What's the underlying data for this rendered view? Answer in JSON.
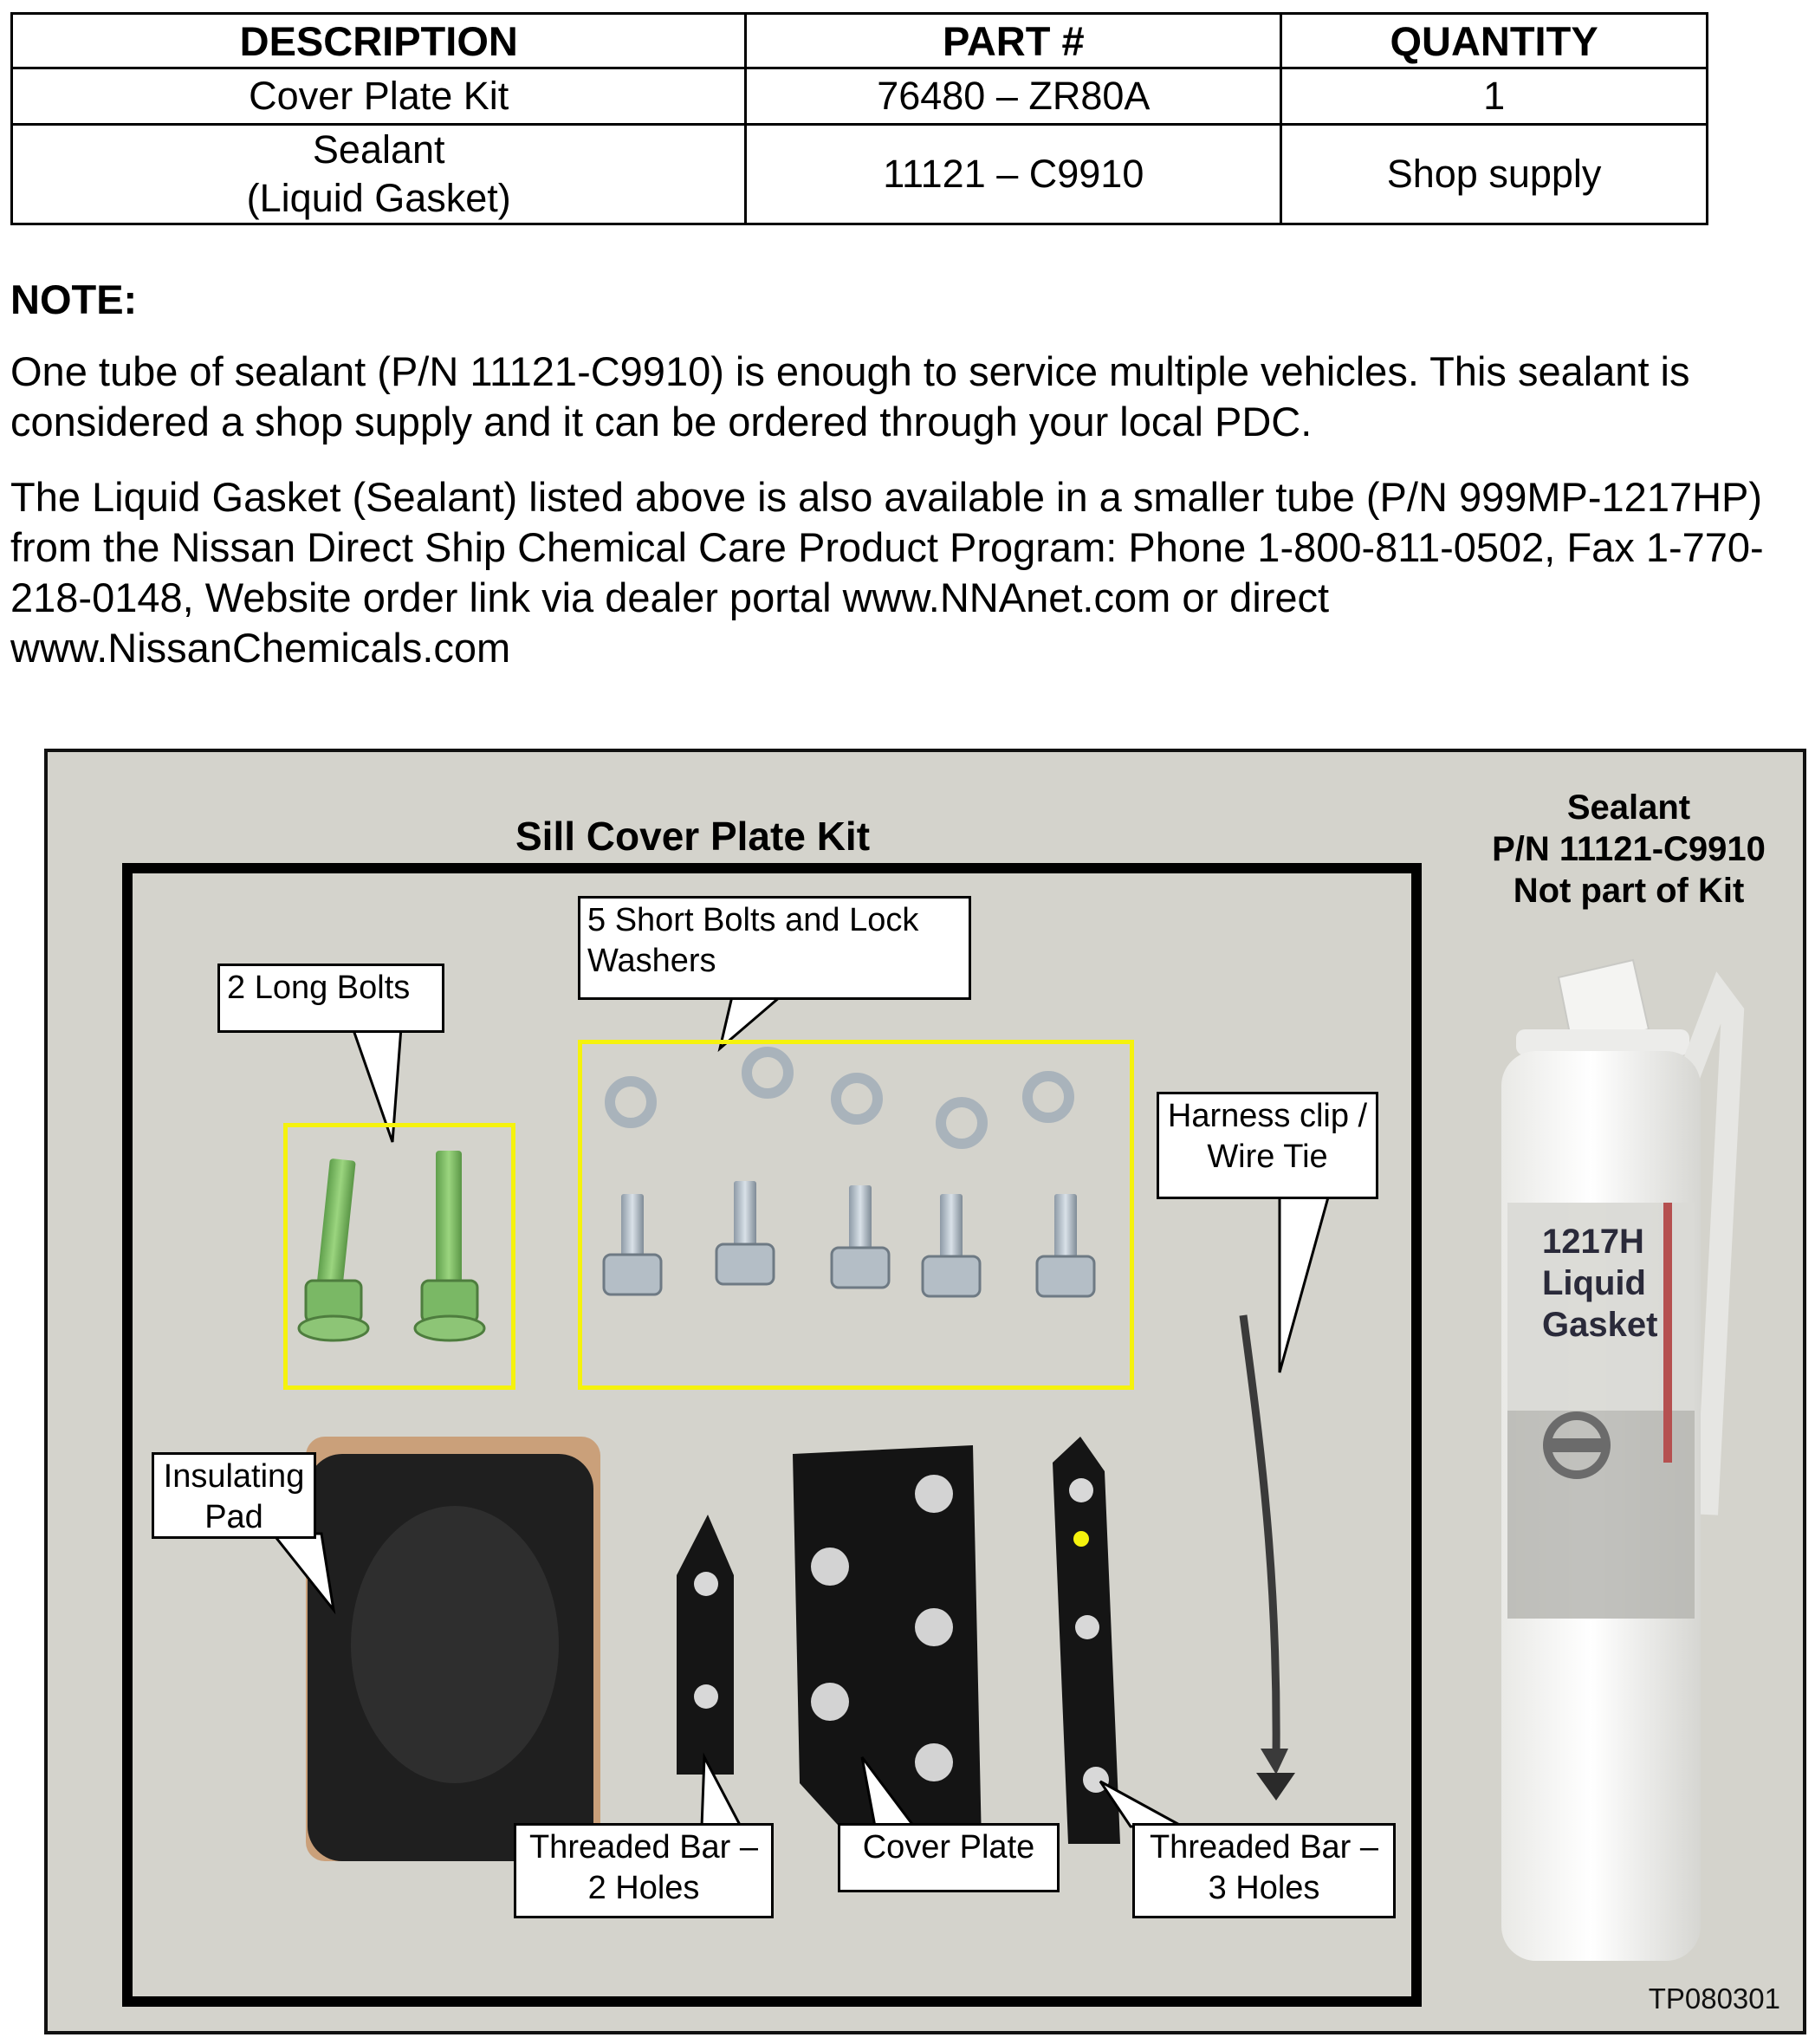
{
  "parts_table": {
    "headers": [
      "DESCRIPTION",
      "PART #",
      "QUANTITY"
    ],
    "rows": [
      {
        "description_1": "Cover Plate Kit",
        "description_2": "",
        "part": "76480 – ZR80A",
        "qty": "1"
      },
      {
        "description_1": "Sealant",
        "description_2": "(Liquid Gasket)",
        "part": "11121 – C9910",
        "qty": "Shop supply"
      }
    ]
  },
  "note": {
    "heading": "NOTE:",
    "p1": "One tube of sealant (P/N 11121-C9910) is enough to service multiple vehicles. This sealant is considered a shop supply and it can be ordered through your local PDC.",
    "p2": "The Liquid Gasket (Sealant) listed above is also available in a smaller tube (P/N 999MP-1217HP) from the Nissan Direct Ship Chemical Care Product Program: Phone 1-800-811-0502,  Fax 1-770-218-0148, Website order link via dealer portal www.NNAnet.com or direct www.NissanChemicals.com"
  },
  "figure": {
    "kit_title": "Sill Cover Plate Kit",
    "sealant_caption": [
      "Sealant",
      "P/N 11121-C9910",
      "Not part of Kit"
    ],
    "callouts": {
      "long_bolts": "2 Long Bolts",
      "short_bolts_1": "5 Short Bolts and Lock",
      "short_bolts_2": "Washers",
      "harness_1": "Harness clip /",
      "harness_2": "Wire Tie",
      "pad_1": "Insulating",
      "pad_2": "Pad",
      "bar2_1": "Threaded Bar –",
      "bar2_2": "2 Holes",
      "cover_plate": "Cover Plate",
      "bar3_1": "Threaded Bar –",
      "bar3_2": "3 Holes"
    },
    "tube_label": [
      "1217H",
      "Liquid",
      "Gasket"
    ],
    "photo_id": "TP080301",
    "colors": {
      "highlight": "#f5f20d",
      "photo_bg": "#d4d3cc",
      "green_bolt": "#7fc46a"
    }
  }
}
